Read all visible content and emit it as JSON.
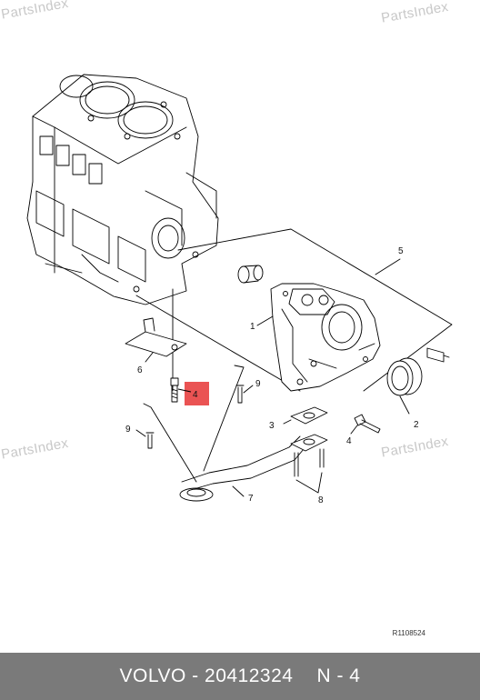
{
  "watermark": {
    "text": "PartsIndex"
  },
  "callouts": {
    "c1": "1",
    "c2": "2",
    "c3": "3",
    "c4a": "4",
    "c4b": "4",
    "c5": "5",
    "c6": "6",
    "c7": "7",
    "c8": "8",
    "c9a": "9",
    "c9b": "9"
  },
  "highlight": {
    "color": "#e84040"
  },
  "reference_code": "R1108524",
  "footer": {
    "brand": "VOLVO",
    "separator": "-",
    "part_number": "20412324",
    "position": "N - 4",
    "background": "#7a7a7a"
  }
}
